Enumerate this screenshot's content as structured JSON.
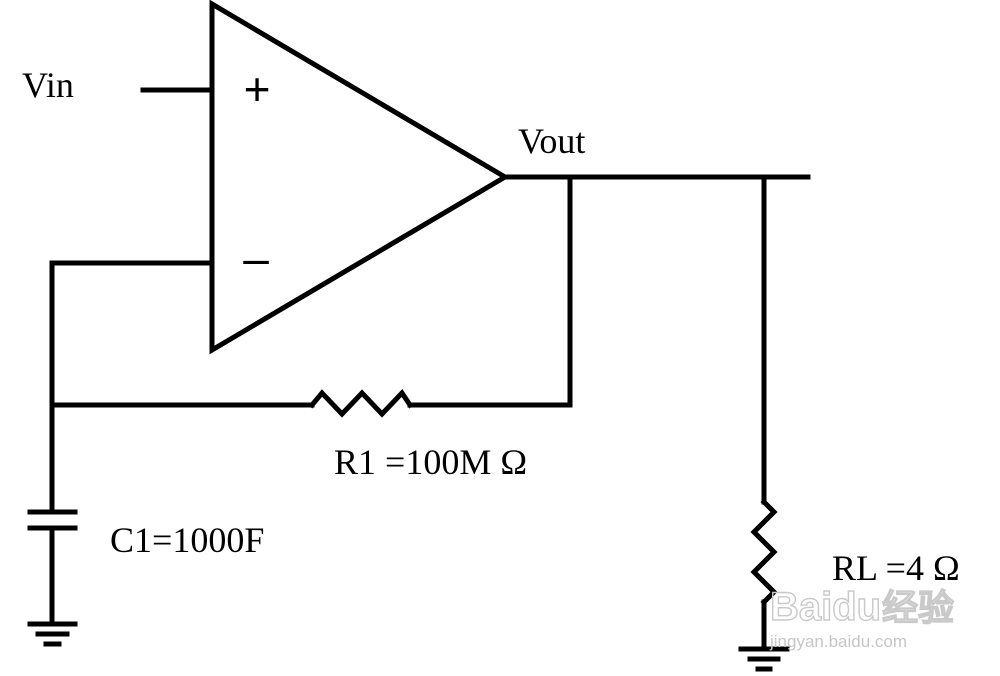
{
  "labels": {
    "vin": "Vin",
    "vout": "Vout",
    "plus": "+",
    "minus": "–",
    "r1": "R1 =100M Ω",
    "c1": "C1=1000F",
    "rl": "RL =4 Ω"
  },
  "watermark": {
    "logo": "Baidu",
    "cn": "经验",
    "url": "jingyan.baidu.com"
  },
  "colors": {
    "ink": "#000000",
    "watermark": "#c8c8c8"
  }
}
